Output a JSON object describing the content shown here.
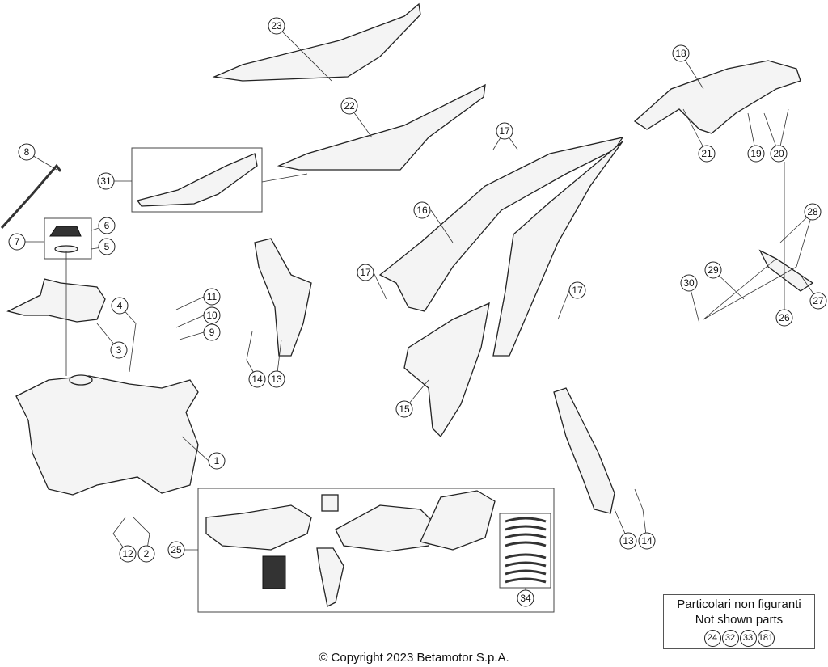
{
  "callouts": {
    "c23": "23",
    "c22": "22",
    "c18": "18",
    "c17a": "17",
    "c8": "8",
    "c31": "31",
    "c16": "16",
    "c21": "21",
    "c19": "19",
    "c20": "20",
    "c6": "6",
    "c7": "7",
    "c5": "5",
    "c28": "28",
    "c17b": "17",
    "c17c": "17",
    "c29": "29",
    "c30": "30",
    "c27": "27",
    "c26": "26",
    "c3": "3",
    "c4": "4",
    "c11": "11",
    "c10": "10",
    "c9": "9",
    "c14a": "14",
    "c13a": "13",
    "c15": "15",
    "c1": "1",
    "c25": "25",
    "c12": "12",
    "c2": "2",
    "c13b": "13",
    "c14b": "14",
    "c34": "34"
  },
  "not_shown": {
    "title_it": "Particolari non figuranti",
    "title_en": "Not shown parts",
    "parts": [
      "24",
      "32",
      "33",
      "181"
    ]
  },
  "copyright": "© Copyright 2023 Betamotor S.p.A."
}
